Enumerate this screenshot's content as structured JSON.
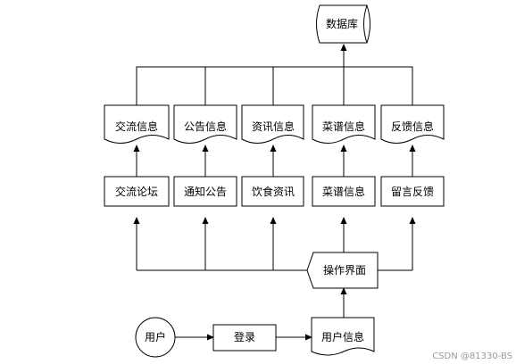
{
  "diagram": {
    "database": "数据库",
    "docs": [
      "交流信息",
      "公告信息",
      "资讯信息",
      "菜谱信息",
      "反馈信息"
    ],
    "modules": [
      "交流论坛",
      "通知公告",
      "饮食资讯",
      "菜谱信息",
      "留言反馈"
    ],
    "interface": "操作界面",
    "user": "用户",
    "login": "登录",
    "user_info": "用户信息"
  },
  "watermark": "CSDN @81330-BS",
  "colors": {
    "stroke": "#000000",
    "fill": "#ffffff",
    "watermark": "#9a9a9a"
  }
}
